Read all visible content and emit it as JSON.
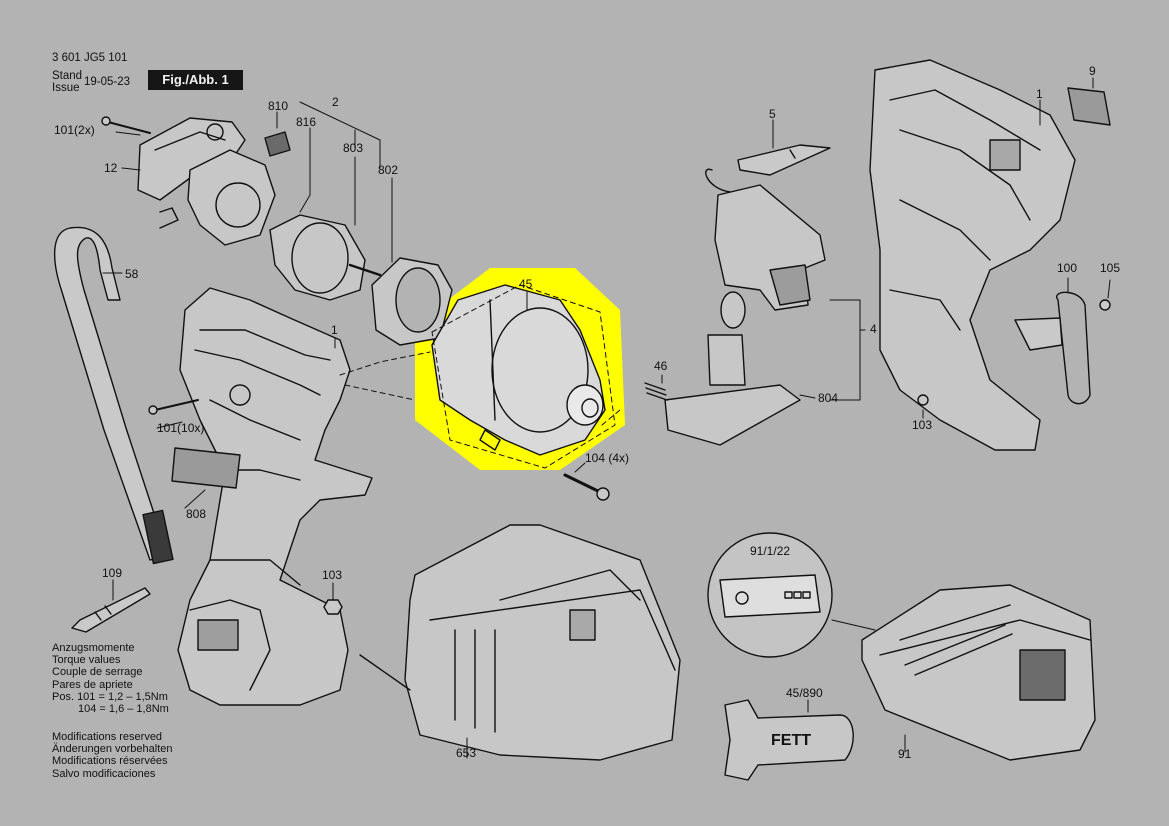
{
  "header": {
    "doc_number": "3 601 JG5 101",
    "stand_label": "Stand",
    "issue_label": "Issue",
    "date": "19-05-23",
    "figure_label": "Fig./Abb. 1"
  },
  "highlight": {
    "color": "#ffff00",
    "part": "45"
  },
  "labels": {
    "p101_2x": "101(2x)",
    "p12": "12",
    "p810": "810",
    "p816": "816",
    "p2": "2",
    "p803": "803",
    "p802": "802",
    "p58": "58",
    "p1_left": "1",
    "p101_10x": "101(10x)",
    "p808": "808",
    "p109": "109",
    "p103_left": "103",
    "p45": "45",
    "p5": "5",
    "p46": "46",
    "p804": "804",
    "p4": "4",
    "p104_4x": "104 (4x)",
    "p9": "9",
    "p1_right": "1",
    "p100": "100",
    "p105": "105",
    "p103_right": "103",
    "p91_1_22": "91/1/22",
    "p45_890": "45/890",
    "fett": "FETT",
    "p653": "653",
    "p91": "91"
  },
  "torque_notes": [
    "Anzugsmomente",
    "Torque values",
    "Couple de serrage",
    "Pares de apriete",
    "Pos. 101 = 1,2 – 1,5Nm",
    "104 = 1,6 – 1,8Nm"
  ],
  "modification_notes": [
    "Modifications reserved",
    "Änderungen vorbehalten",
    "Modifications réservées",
    "Salvo modificaciones"
  ]
}
